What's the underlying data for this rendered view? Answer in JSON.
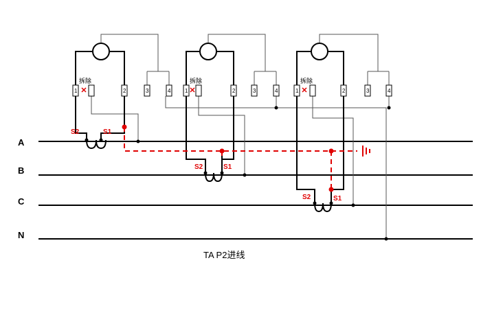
{
  "phase_labels": [
    "A",
    "B",
    "C",
    "N"
  ],
  "meters": [
    {
      "t1": "1",
      "t2": "2",
      "t3": "3",
      "t4": "4",
      "remove": "拆除",
      "s2": "S2",
      "s1": "S1"
    },
    {
      "t1": "1",
      "t2": "2",
      "t3": "3",
      "t4": "4",
      "remove": "拆除",
      "s2": "S2",
      "s1": "S1"
    },
    {
      "t1": "1",
      "t2": "2",
      "t3": "3",
      "t4": "4",
      "remove": "拆除",
      "s2": "S2",
      "s1": "S1"
    }
  ],
  "caption": "TA P2进线",
  "colors": {
    "wire": "#000000",
    "red": "#e00000",
    "line": "#555555"
  }
}
